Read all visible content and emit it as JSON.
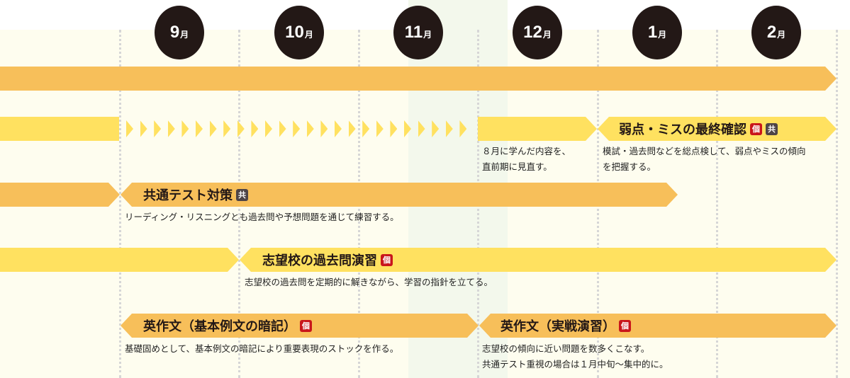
{
  "months": [
    {
      "num": "9",
      "unit": "月"
    },
    {
      "num": "10",
      "unit": "月"
    },
    {
      "num": "11",
      "unit": "月"
    },
    {
      "num": "12",
      "unit": "月"
    },
    {
      "num": "1",
      "unit": "月"
    },
    {
      "num": "2",
      "unit": "月"
    }
  ],
  "badges": {
    "individual": "個",
    "common": "共"
  },
  "rows": {
    "review": {
      "title": "弱点・ミスの最終確認",
      "desc_left_1": "８月に学んだ内容を、",
      "desc_left_2": "直前期に見直す。",
      "desc_1": "模試・過去問などを総点検して、弱点やミスの傾向",
      "desc_2": "を把握する。"
    },
    "common_test": {
      "title": "共通テスト対策",
      "desc": "リーディング・リスニングとも過去問や予想問題を通じて練習する。"
    },
    "past_exams": {
      "title": "志望校の過去問演習",
      "desc": "志望校の過去問を定期的に解きながら、学習の指針を立てる。"
    },
    "writing_basic": {
      "title": "英作文（基本例文の暗記）",
      "desc": "基礎固めとして、基本例文の暗記により重要表現のストックを作る。"
    },
    "writing_practice": {
      "title": "英作文（実戦演習）",
      "desc_1": "志望校の傾向に近い問題を数多くこなす。",
      "desc_2": "共通テスト重視の場合は１月中旬～集中的に。"
    }
  },
  "colors": {
    "orange": "#f7bf5a",
    "yellow": "#ffe160",
    "individual_badge": "#c9161b",
    "common_badge": "#4e4446"
  }
}
